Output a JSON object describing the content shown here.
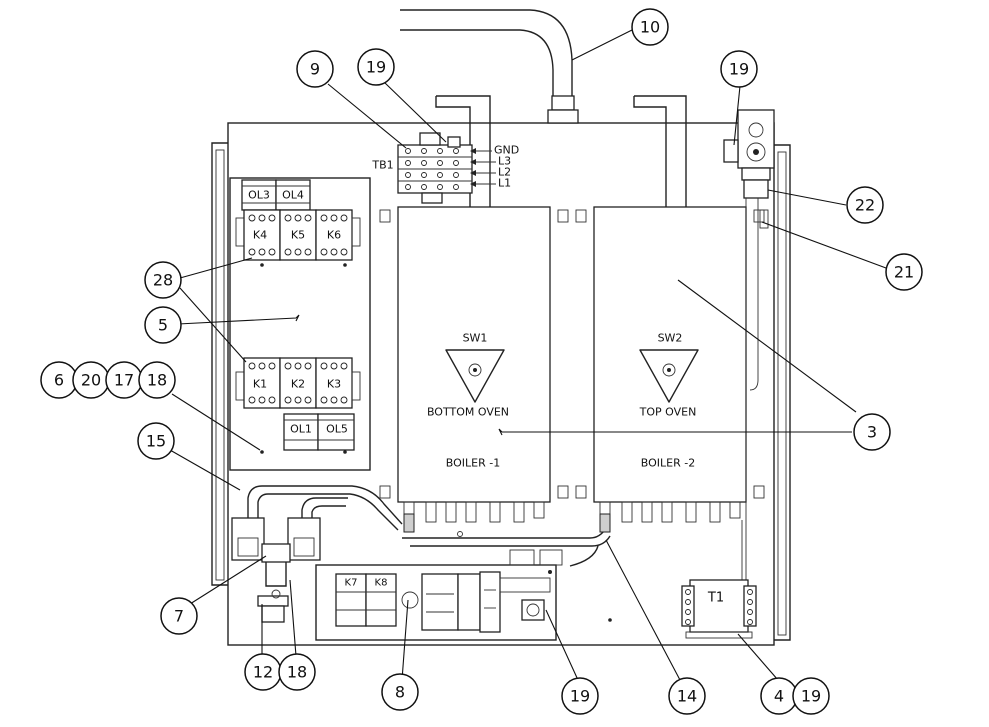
{
  "labels": {
    "gnd": "GND",
    "l3": "L3",
    "l2": "L2",
    "l1": "L1",
    "tb1": "TB1",
    "ol3": "OL3",
    "ol4": "OL4",
    "k4": "K4",
    "k5": "K5",
    "k6": "K6",
    "k1": "K1",
    "k2": "K2",
    "k3": "K3",
    "ol1": "OL1",
    "ol5": "OL5",
    "sw1": "SW1",
    "sw2": "SW2",
    "bottom_oven": "BOTTOM OVEN",
    "top_oven": "TOP OVEN",
    "boiler1": "BOILER -1",
    "boiler2": "BOILER -2",
    "k7": "K7",
    "k8": "K8",
    "t1": "T1"
  },
  "callouts": {
    "c10": "10",
    "c9": "9",
    "c19a": "19",
    "c19b": "19",
    "c22": "22",
    "c21": "21",
    "c28": "28",
    "c5": "5",
    "c6": "6",
    "c20": "20",
    "c17": "17",
    "c18a": "18",
    "c3": "3",
    "c15": "15",
    "c7": "7",
    "c12": "12",
    "c18b": "18",
    "c8": "8",
    "c19c": "19",
    "c14": "14",
    "c4": "4",
    "c19d": "19"
  }
}
